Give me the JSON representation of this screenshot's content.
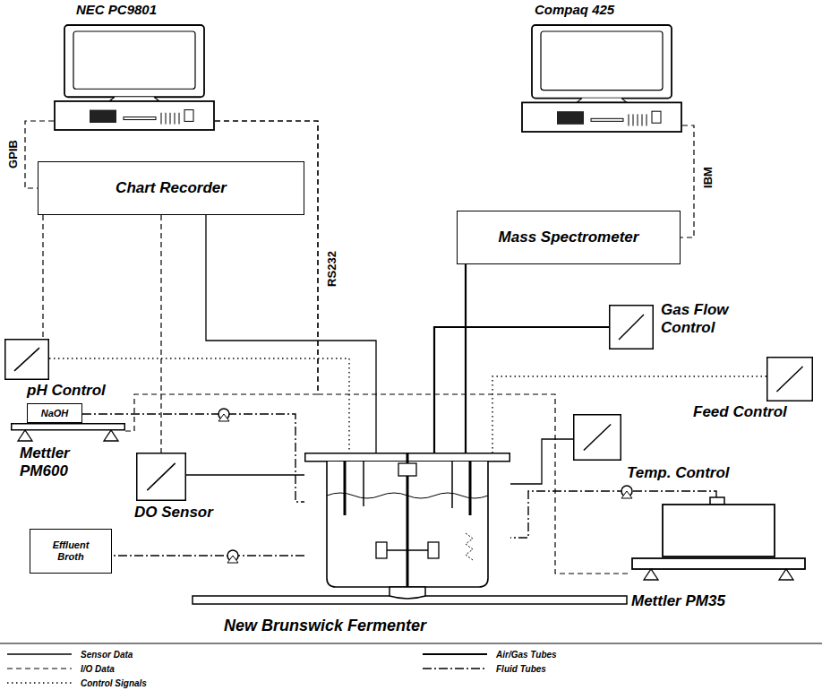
{
  "diagram": {
    "nodes": [
      {
        "text": [
          "NEC PC9801"
        ]
      },
      {
        "text": [
          "Compaq 425"
        ]
      },
      {
        "text": [
          "Chart Recorder"
        ]
      },
      {
        "text": [
          "Mass Spectrometer"
        ]
      },
      {
        "text": [
          "Gas Flow Control"
        ]
      },
      {
        "text": [
          "pH Control"
        ]
      },
      {
        "text": [
          "Feed Control"
        ]
      },
      {
        "text": [
          "NaOH"
        ]
      },
      {
        "text": [
          "Temp. Control"
        ]
      },
      {
        "text": [
          "Mettler PM600"
        ]
      },
      {
        "text": [
          "DO Sensor"
        ]
      },
      {
        "text": [
          "Effluent Broth"
        ]
      },
      {
        "text": [
          "New Brunswick Fermenter"
        ]
      },
      {
        "text": [
          "Mettler PM35"
        ]
      }
    ],
    "edges": [
      {
        "from": 0,
        "to": 2,
        "label": "GPIB",
        "arrow": "none"
      },
      {
        "from": 0,
        "to": 9,
        "label": "RS232",
        "arrow": "none"
      },
      {
        "from": 0,
        "to": 13,
        "arrow": "none"
      },
      {
        "from": 2,
        "to": 5,
        "arrow": "none"
      },
      {
        "from": 2,
        "to": 12,
        "arrow": "none"
      },
      {
        "from": 2,
        "to": 10,
        "arrow": "none"
      },
      {
        "from": 1,
        "to": 3,
        "label": "IBM",
        "arrow": "none"
      },
      {
        "from": 3,
        "to": 12,
        "arrow": "none"
      },
      {
        "from": 4,
        "to": 12,
        "arrow": "none"
      },
      {
        "from": 5,
        "to": 12,
        "arrow": "none"
      },
      {
        "from": 7,
        "to": 12,
        "arrow": "none"
      },
      {
        "from": 10,
        "to": 12,
        "arrow": "none"
      },
      {
        "from": 8,
        "to": 12,
        "arrow": "none"
      },
      {
        "from": 6,
        "to": 12,
        "arrow": "none"
      },
      {
        "from": 13,
        "to": 12,
        "arrow": "none"
      },
      {
        "from": 12,
        "to": 11,
        "arrow": "none"
      }
    ],
    "legend": [
      {
        "text": "Sensor Data"
      },
      {
        "text": "I/O Data"
      },
      {
        "text": "Control Signals"
      },
      {
        "text": "Air/Gas Tubes"
      },
      {
        "text": "Fluid Tubes"
      }
    ]
  }
}
